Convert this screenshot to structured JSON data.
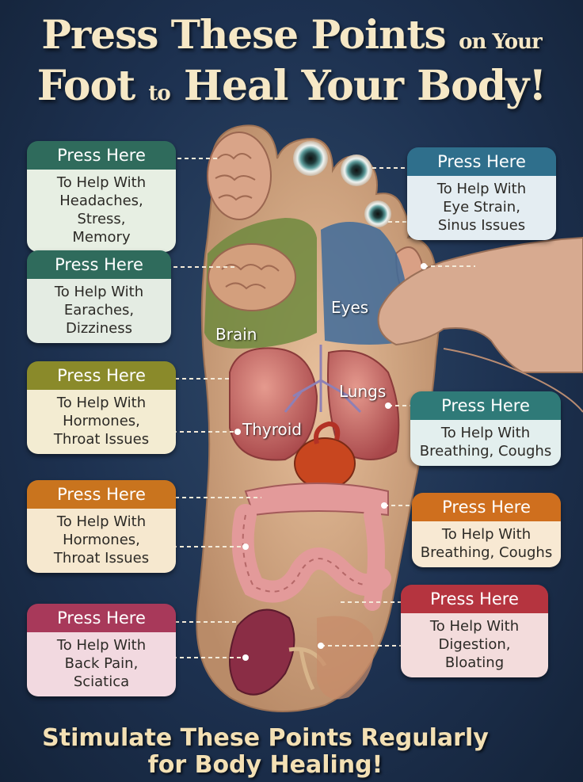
{
  "title": {
    "line1_main": "Press These Points",
    "line1_small": "on Your",
    "line2_a": "Foot",
    "line2_small": "to",
    "line2_b": "Heal Your Body!"
  },
  "cards": [
    {
      "header": "Press Here",
      "lines": [
        "To Help With",
        "Headaches, Stress,",
        "Memory"
      ],
      "color": "#2f6b5c",
      "bodycolor": "#e7efe3"
    },
    {
      "header": "Press Here",
      "lines": [
        "To Help With",
        "Earaches,",
        "Dizziness"
      ],
      "color": "#2f6b5c",
      "bodycolor": "#e4ece3"
    },
    {
      "header": "Press Here",
      "lines": [
        "To Help With",
        "Hormones,",
        "Throat Issues"
      ],
      "color": "#8a8a2a",
      "bodycolor": "#f3ecd2"
    },
    {
      "header": "Press Here",
      "lines": [
        "To Help With",
        "Hormones,",
        "Throat Issues"
      ],
      "color": "#c9741e",
      "bodycolor": "#f6e8cf"
    },
    {
      "header": "Press Here",
      "lines": [
        "To Help With",
        "Back Pain,",
        "Sciatica"
      ],
      "color": "#a8395a",
      "bodycolor": "#f2d9e0"
    },
    {
      "header": "Press Here",
      "lines": [
        "To Help With",
        "Eye Strain,",
        "Sinus Issues"
      ],
      "color": "#2f6f8c",
      "bodycolor": "#e4edf2"
    },
    {
      "header": "Press Here",
      "lines": [
        "To Help With",
        "Breathing, Coughs"
      ],
      "color": "#2f7a78",
      "bodycolor": "#e3efee"
    },
    {
      "header": "Press Here",
      "lines": [
        "To Help With",
        "Breathing, Coughs"
      ],
      "color": "#cf6f1e",
      "bodycolor": "#f8e9d3"
    },
    {
      "header": "Press Here",
      "lines": [
        "To Help With",
        "Digestion, Bloating"
      ],
      "color": "#b5343f",
      "bodycolor": "#f3dcdc"
    }
  ],
  "regions": {
    "brain": "Brain",
    "eyes": "Eyes",
    "lungs": "Lungs",
    "thyroid": "Thyroid"
  },
  "footer": {
    "line1": "Stimulate These Points Regularly",
    "line2": "for Body Healing!"
  },
  "icons": [
    "brain-icon",
    "eye-icon",
    "ear-icon",
    "lungs-icon",
    "heart-icon",
    "intestines-icon",
    "kidney-icon",
    "hand-icon"
  ]
}
